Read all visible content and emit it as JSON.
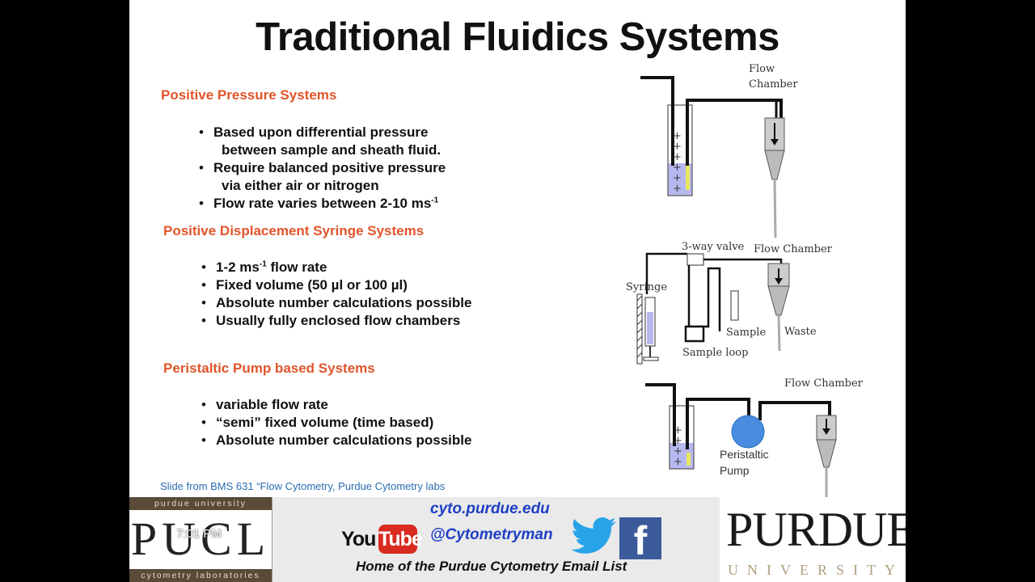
{
  "slide": {
    "title": "Traditional Fluidics Systems",
    "sections": [
      {
        "heading": "Positive Pressure Systems",
        "bullets": [
          {
            "line1": "Based upon differential pressure",
            "line2": "between sample and sheath fluid."
          },
          {
            "line1": "Require balanced positive pressure",
            "line2": "via either air or nitrogen"
          },
          {
            "line1": "Flow rate varies between 2-10 ms",
            "sup": "-1"
          }
        ]
      },
      {
        "heading": "Positive Displacement Syringe Systems",
        "bullets": [
          {
            "pre": "1-2 ms",
            "sup": "-1",
            "post": " flow rate"
          },
          {
            "line1": "Fixed volume (50 µl or 100 µl)"
          },
          {
            "line1": "Absolute number calculations possible"
          },
          {
            "line1": "Usually fully enclosed flow chambers"
          }
        ]
      },
      {
        "heading": "Peristaltic Pump based Systems",
        "bullets": [
          {
            "line1": "variable flow rate"
          },
          {
            "line1": "“semi” fixed volume (time based)"
          },
          {
            "line1": "Absolute number calculations possible"
          }
        ]
      }
    ],
    "credit": "Slide from BMS 631 “Flow Cytometry, Purdue Cytometry labs"
  },
  "diagrams": {
    "pressure": {
      "label_line1": "Flow",
      "label_line2": "Chamber",
      "plus": "+"
    },
    "syringe": {
      "valve": "3-way valve",
      "chamber": "Flow Chamber",
      "syringe": "Syringe",
      "sample": "Sample",
      "waste": "Waste",
      "loop": "Sample loop"
    },
    "pump": {
      "chamber": "Flow Chamber",
      "pump_line1": "Peristaltic",
      "pump_line2": "Pump",
      "plus": "+"
    }
  },
  "footer": {
    "pucl_top": "purdue university",
    "pucl_big": "PUCL",
    "pucl_bottom": "cytometry laboratories",
    "clock": "7:01 PM",
    "url": "cyto.purdue.edu",
    "youtube_you": "You",
    "youtube_tube": "Tube",
    "handle": "@Cytometryman",
    "facebook": "f",
    "home": "Home of the Purdue Cytometry Email List",
    "purdue_big": "PURDUE",
    "purdue_small": "UNIVERSITY"
  },
  "colors": {
    "accent": "#e0552a",
    "link": "#1d3fc4",
    "credit": "#2a6db0",
    "liquid": "#b8b8f0",
    "pump": "#4a8de0"
  },
  "icons": [
    "youtube-logo-icon",
    "twitter-bird-icon",
    "facebook-logo-icon"
  ]
}
